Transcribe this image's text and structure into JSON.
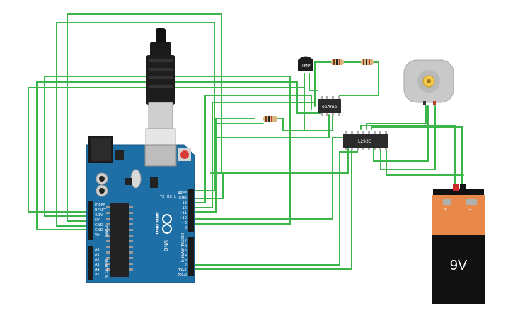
{
  "board": {
    "brand": "ARDUINO",
    "model": "UNO",
    "power_header_title": "POWER",
    "analog_header_title": "ANALOG IN",
    "digital_header_title": "DIGITAL (PWM~)",
    "power_pins": [
      "IOREF",
      "RESET",
      "3.3V",
      "5V",
      "GND",
      "GND",
      "Vin"
    ],
    "analog_pins": [
      "A0",
      "A1",
      "A2",
      "A3",
      "A4",
      "A5"
    ],
    "top_pins": [
      "AREF",
      "GND",
      "13",
      "12",
      "~11",
      "~10",
      "~9",
      "8"
    ],
    "bottom_pins": [
      "7",
      "~6",
      "~5",
      "4",
      "~3",
      "2",
      "TX▸1",
      "RX◂0"
    ],
    "led_labels": [
      "TX",
      "RX",
      "L"
    ]
  },
  "components": {
    "tmp_sensor_label": "TMP",
    "opamp_label": "opAmp",
    "driver_label": "L293D",
    "battery_label": "9V",
    "battery_plus": "+",
    "battery_minus": "−"
  },
  "colors": {
    "wire": "#3cb54a",
    "board": "#1e6fa6",
    "battery_top": "#e8894a",
    "battery_body": "#111111",
    "chip": "#2b2b2b"
  }
}
